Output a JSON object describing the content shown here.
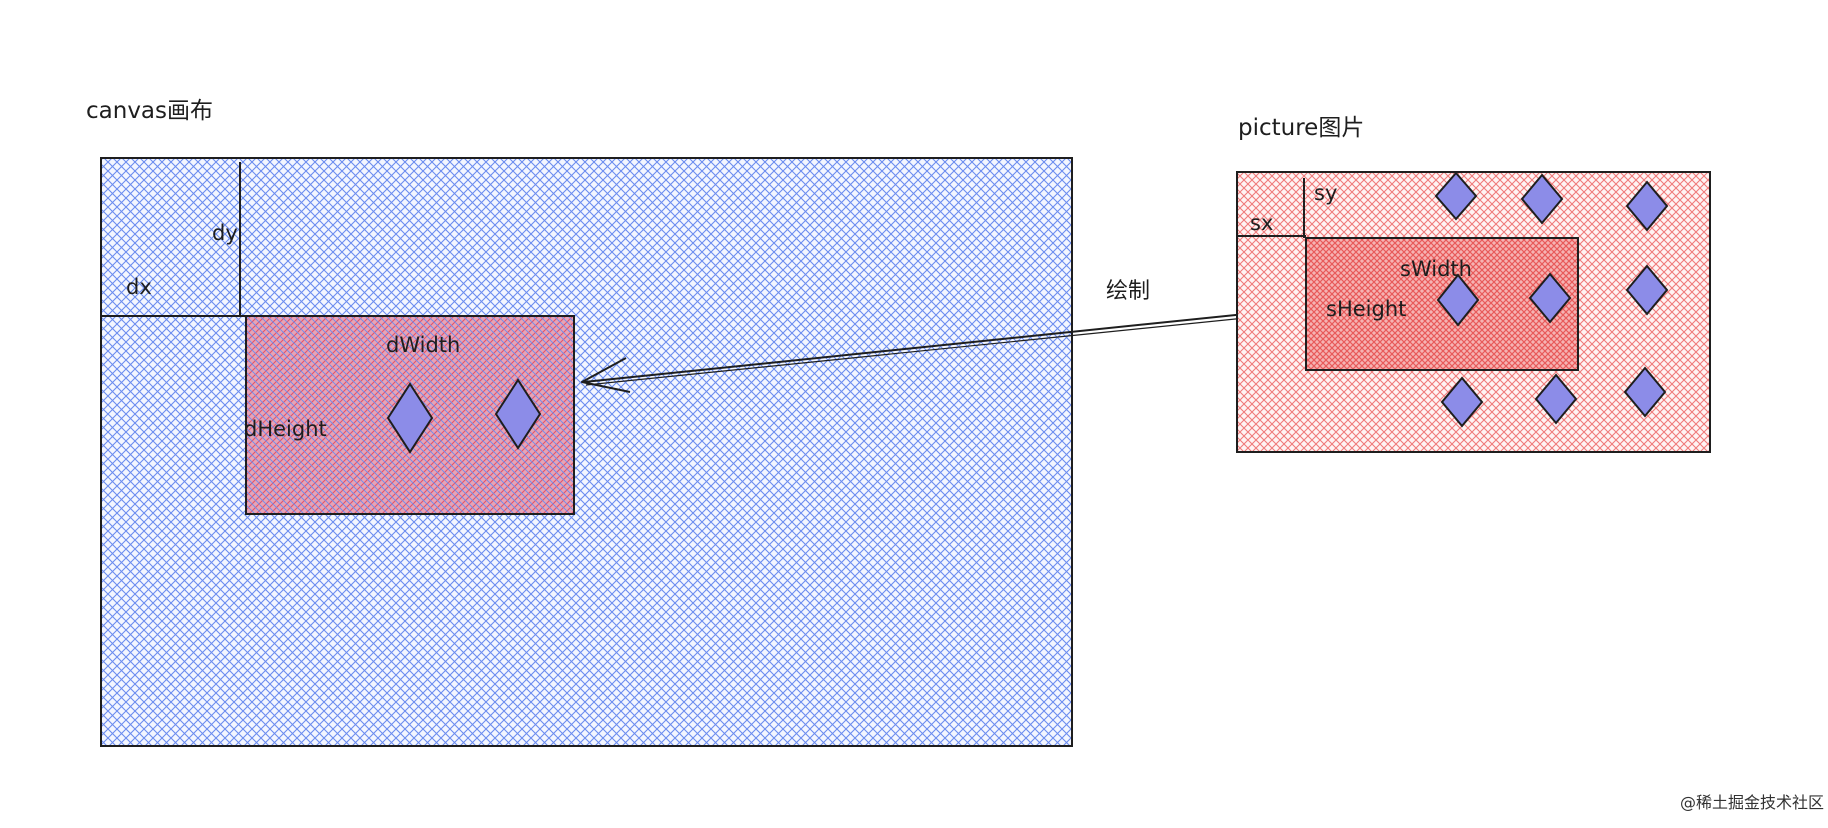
{
  "canvas": {
    "title": "canvas画布",
    "fill_color": "#6b8cf0",
    "labels": {
      "dx": "dx",
      "dy": "dy",
      "dWidth": "dWidth",
      "dHeight": "dHeight"
    }
  },
  "picture": {
    "title": "picture图片",
    "fill_color": "#f07a7a",
    "labels": {
      "sx": "sx",
      "sy": "sy",
      "sWidth": "sWidth",
      "sHeight": "sHeight"
    }
  },
  "arrow_label": "绘制",
  "diamond_color": "#8c8ce8",
  "stroke_color": "#1e1e1e",
  "watermark": "@稀土掘金技术社区",
  "icons": {
    "diamond": "diamond-icon",
    "arrow": "arrow-icon"
  }
}
